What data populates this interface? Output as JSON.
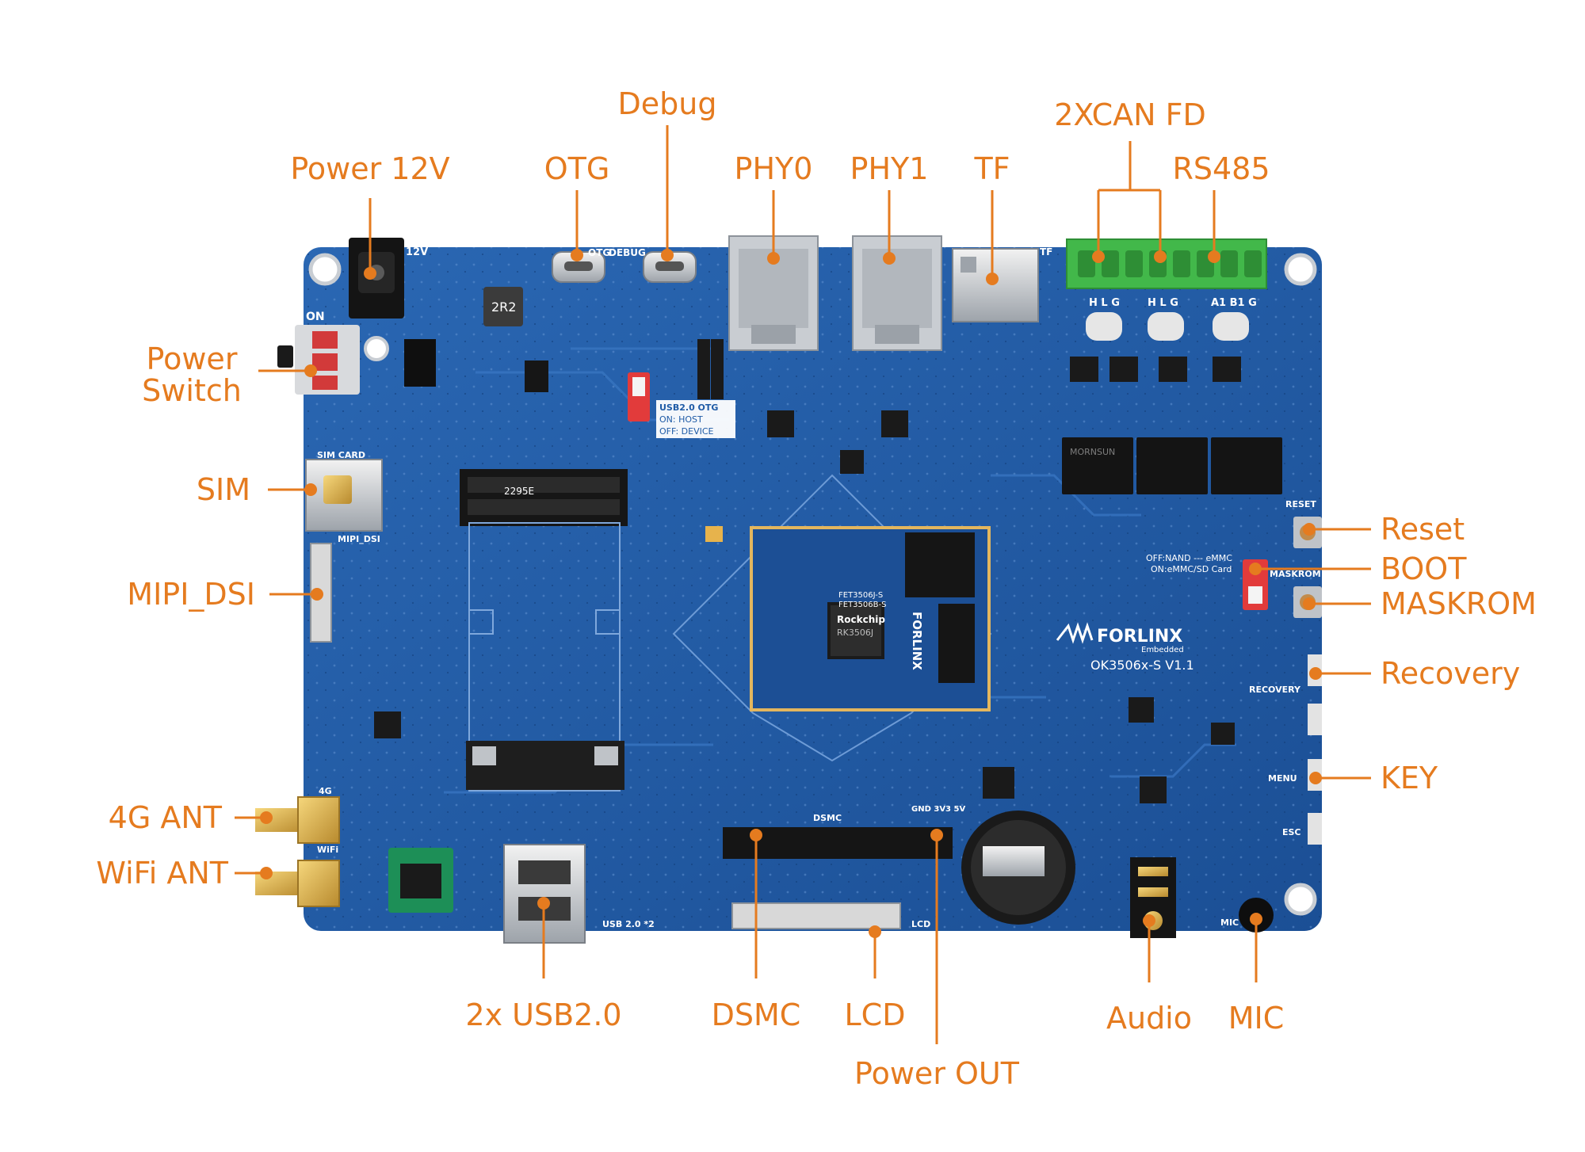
{
  "accent_color": "#E57B1F",
  "board_color": "#1F5BA6",
  "callouts": {
    "power_12v": "Power 12V",
    "otg": "OTG",
    "debug": "Debug",
    "phy0": "PHY0",
    "phy1": "PHY1",
    "tf": "TF",
    "can_fd": "2XCAN FD",
    "rs485": "RS485",
    "power_switch_1": "Power",
    "power_switch_2": "Switch",
    "sim": "SIM",
    "mipi_dsi": "MIPI_DSI",
    "ant_4g": "4G ANT",
    "ant_wifi": "WiFi ANT",
    "usb20": "2x USB2.0",
    "dsmc": "DSMC",
    "lcd": "LCD",
    "power_out": "Power OUT",
    "audio": "Audio",
    "mic": "MIC",
    "reset": "Reset",
    "boot": "BOOT",
    "maskrom": "MASKROM",
    "recovery": "Recovery",
    "key": "KEY"
  },
  "silkscreen": {
    "v12": "12V",
    "on": "ON",
    "otg": "OTG",
    "debug": "DEBUG",
    "sim_card": "SIM CARD",
    "mipi_dsi": "MIPI_DSI",
    "usb_otg_title": "USB2.0 OTG",
    "usb_otg_host": "ON: HOST",
    "usb_otg_device": "OFF: DEVICE",
    "reset": "RESET",
    "maskrom": "MASKROM",
    "boot_off": "OFF:NAND --- eMMC",
    "boot_on": "ON:eMMC/SD Card",
    "recovery": "RECOVERY",
    "menu": "MENU",
    "esc": "ESC",
    "dsmc": "DSMC",
    "lcd": "LCD",
    "usb_2": "USB 2.0 *2",
    "ant_4g": "4G",
    "wifi": "WiFi",
    "mic": "MIC",
    "tf": "TF",
    "brand": "FORLINX",
    "brand_sub": "Embedded",
    "model": "OK3506x-S  V1.1",
    "som_brand": "FORLINX",
    "chip_brand": "Rockchip",
    "chip_model": "RK3506J",
    "som_model_1": "FET3506J-S",
    "som_model_2": "FET3506B-S",
    "mornsun": "MORNSUN",
    "inductor": "2R2",
    "m2_label": "2295E",
    "pwr_hdr": "GND 3V3 5V",
    "can_hlg_1": "H L G",
    "can_hlg_2": "H L G",
    "rs485_ab": "A1 B1 G"
  }
}
